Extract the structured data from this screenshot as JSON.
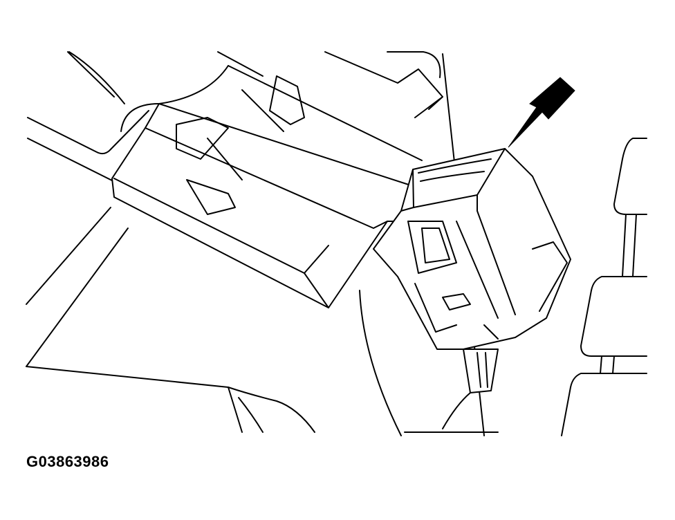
{
  "figure": {
    "id_label": "G03863986"
  },
  "parts": {
    "pointer": "arrow-icon",
    "connector": "electrical-connector",
    "mating_connector": "mating-connector",
    "harness": "wire-harness"
  },
  "colors": {
    "line": "#000000",
    "background": "#ffffff"
  }
}
